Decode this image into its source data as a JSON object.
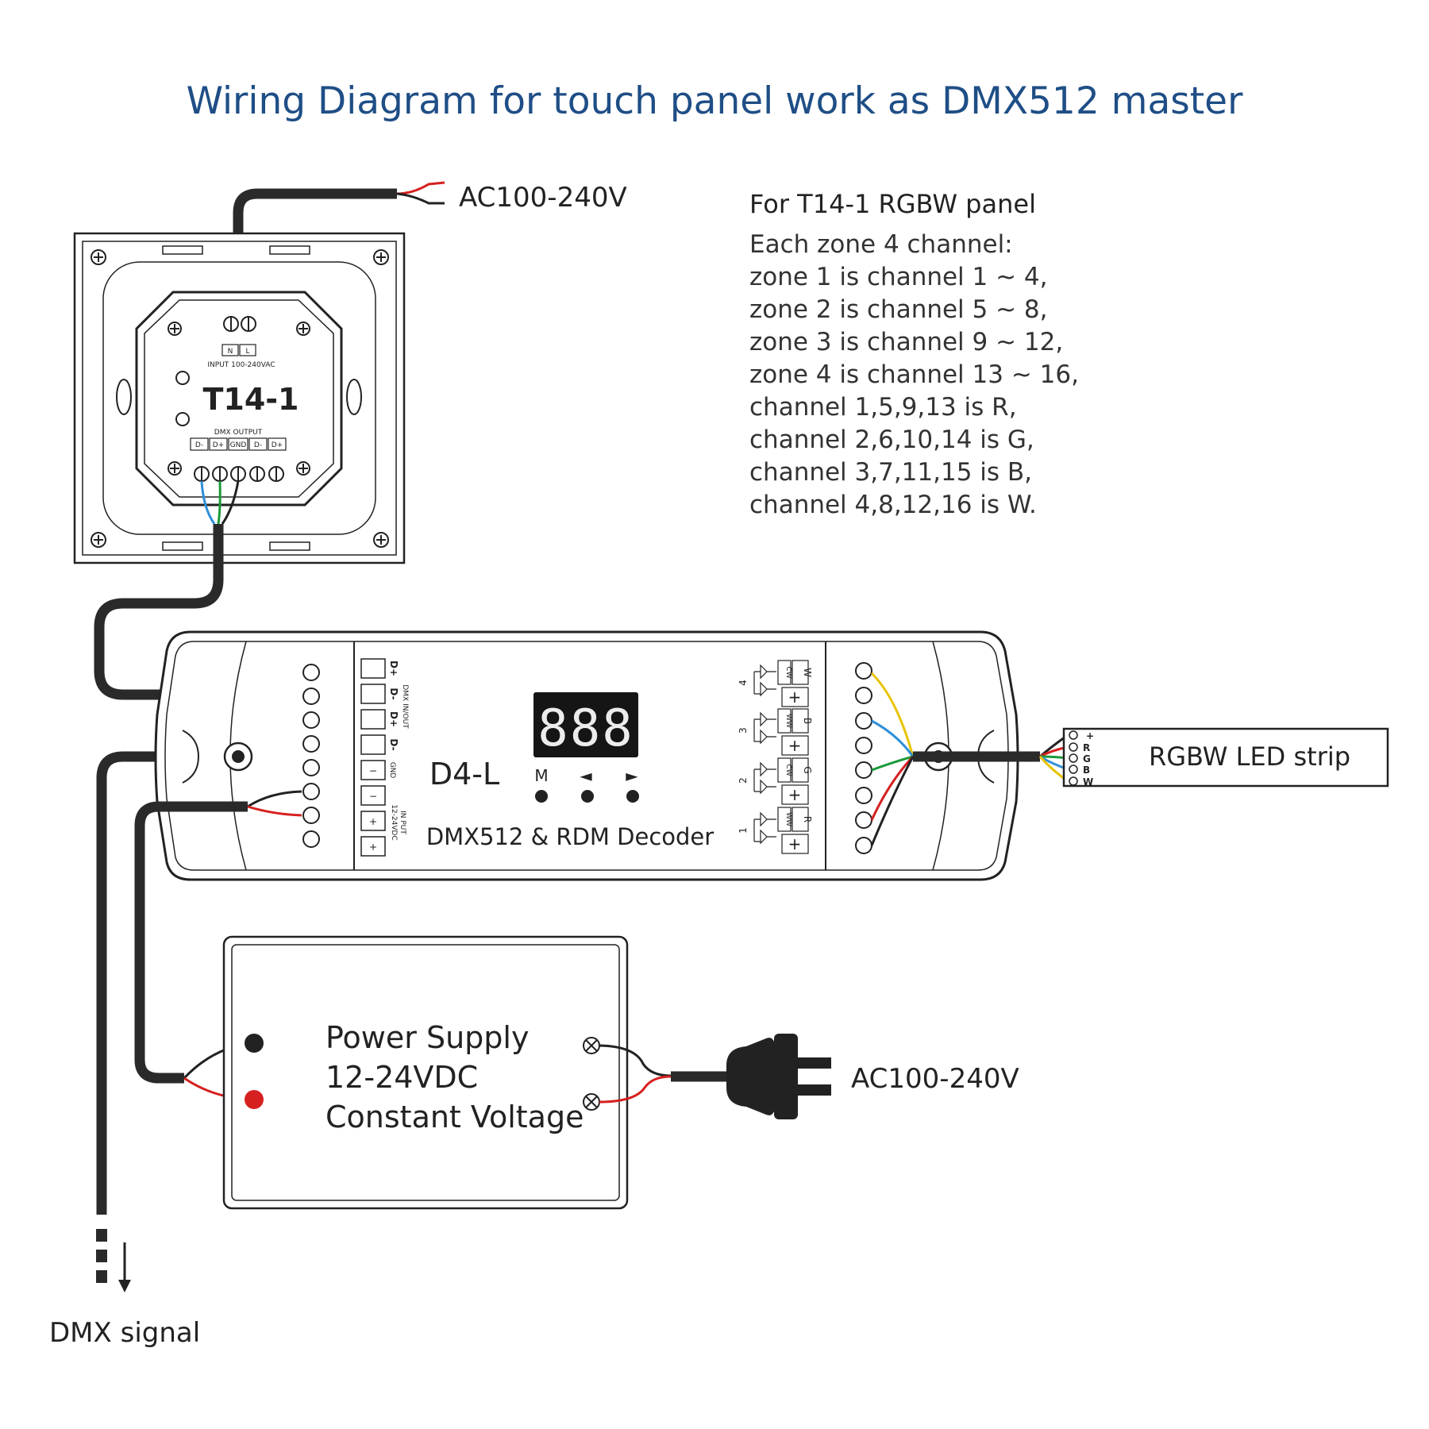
{
  "title": "Wiring Diagram for touch panel work as DMX512 master",
  "ac_top": "AC100-240V",
  "ac_bottom": "AC100-240V",
  "panel": {
    "model": "T14-1",
    "terminal_n": "N",
    "terminal_l": "L",
    "input_label": "INPUT  100-240VAC",
    "dmx_output_label": "DMX OUTPUT",
    "dmx_terminals": [
      "D-",
      "D+",
      "GND",
      "D-",
      "D+"
    ]
  },
  "notes": {
    "heading": "For T14-1 RGBW panel",
    "lines": [
      "Each zone 4 channel:",
      "zone 1 is channel 1 ~ 4,",
      "zone 2 is channel 5 ~ 8,",
      "zone 3 is channel 9 ~ 12,",
      "zone 4 is channel 13 ~ 16,",
      "channel 1,5,9,13 is R,",
      "channel 2,6,10,14 is G,",
      "channel 3,7,11,15 is B,",
      "channel 4,8,12,16 is W."
    ]
  },
  "decoder": {
    "model": "D4-L",
    "subtitle": "DMX512 & RDM Decoder",
    "display": "888",
    "buttons": [
      "M",
      "◄",
      "►"
    ],
    "left_terminals": [
      "D+",
      "D-",
      "D+",
      "D-",
      "−",
      "−",
      "+",
      "+"
    ],
    "dmx_inout_label": "DMX IN/OUT",
    "gnd_label": "GND",
    "input_label_1": "IN PUT",
    "input_label_2": "12-24VDC",
    "channels": [
      {
        "num": "4",
        "a": "CW",
        "b": "W",
        "plus": "+"
      },
      {
        "num": "3",
        "a": "WW",
        "b": "B",
        "plus": "+"
      },
      {
        "num": "2",
        "a": "CW",
        "b": "G",
        "plus": "+"
      },
      {
        "num": "1",
        "a": "WW",
        "b": "R",
        "plus": "+"
      }
    ]
  },
  "strip": {
    "label": "RGBW LED strip",
    "pins": [
      "+",
      "R",
      "G",
      "B",
      "W"
    ]
  },
  "power_supply": {
    "line1": "Power Supply",
    "line2": "12-24VDC",
    "line3": "Constant Voltage"
  },
  "dmx_signal": "DMX signal",
  "colors": {
    "title": "#1f4e86",
    "red_wire": "#d62020",
    "green_wire": "#1a9a3a",
    "blue_wire": "#2f8fd8",
    "yellow_wire": "#e8c400",
    "cable": "#2a2a2a"
  }
}
